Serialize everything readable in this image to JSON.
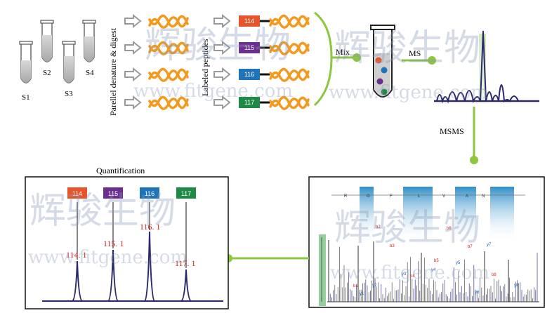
{
  "samples": [
    "S1",
    "S2",
    "S3",
    "S4"
  ],
  "step_labels": {
    "denature": "Parellel denature & digest",
    "labeled": "Labeled peptides",
    "mix": "Mix",
    "ms": "MS",
    "msms": "MSMS",
    "quantification": "Quantification"
  },
  "tags": [
    {
      "label": "114",
      "color": "#e8542a"
    },
    {
      "label": "115",
      "color": "#6a2f8f"
    },
    {
      "label": "116",
      "color": "#1f73b8"
    },
    {
      "label": "117",
      "color": "#1f8a45"
    }
  ],
  "reporter_peaks": [
    {
      "label": "114. 1"
    },
    {
      "label": "115. 1"
    },
    {
      "label": "116. 1"
    },
    {
      "label": "117. 1"
    }
  ],
  "sequence": [
    "R",
    "G",
    "F",
    "L",
    "V",
    "A",
    "N"
  ],
  "b_ions": [
    "b1",
    "b2",
    "b3",
    "b4",
    "b5",
    "b6",
    "b7",
    "b8"
  ],
  "y_ions": [
    "y1",
    "y2",
    "y3",
    "y4",
    "y5",
    "y6",
    "y7",
    "y8"
  ],
  "watermark": {
    "text": "辉骏生物",
    "url": "www.fitgene.com"
  },
  "colors": {
    "green": "#8dc63f",
    "orange": "#f39a1e",
    "navy": "#2a2a6a",
    "arrow": "#9a9a9a"
  }
}
